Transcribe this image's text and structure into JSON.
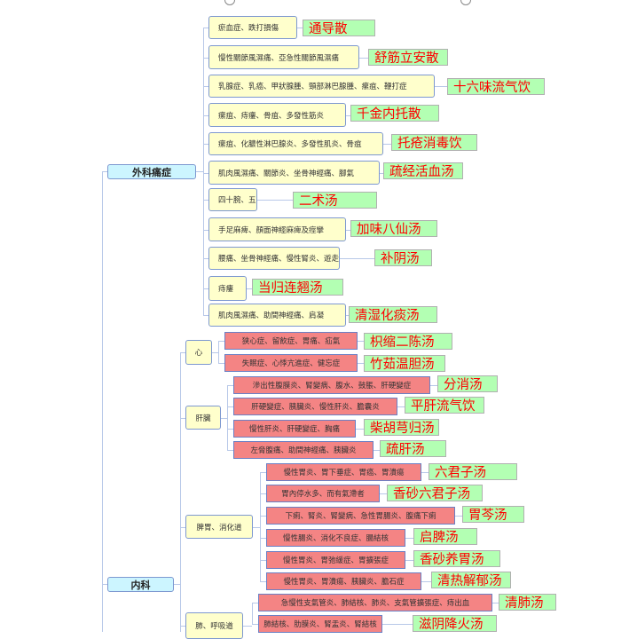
{
  "surgery": {
    "label": "外科痛症",
    "items": [
      {
        "symptom": "瘀血症、跌打損傷",
        "remedy": "通导散"
      },
      {
        "symptom": "慢性關節風濕痛、亞急性關節風濕痛",
        "remedy": "舒筋立安散"
      },
      {
        "symptom": "乳腺症、乳癌、甲狀腺腫、頸部淋巴腺腫、瘰疽、鞭打症",
        "remedy": "十六味流气饮"
      },
      {
        "symptom": "瘰疽、痔瘻、骨疽、多發性筋炎",
        "remedy": "千金内托散"
      },
      {
        "symptom": "瘰疽、化膿性淋巴腺炎、多發性肌炎、骨疽",
        "remedy": "托疮消毒饮"
      },
      {
        "symptom": "肌肉風濕痛、關節炎、坐骨神經痛、腳氣",
        "remedy": "疏经活血汤"
      },
      {
        "symptom": "四十腕、五十肩",
        "remedy": "二术汤"
      },
      {
        "symptom": "手足麻痺、顏面神經麻痺及痙攣",
        "remedy": "加味八仙汤"
      },
      {
        "symptom": "腰痛、坐骨神經痛、慢性腎炎、遊走腎",
        "remedy": "补阴汤"
      },
      {
        "symptom": "痔瘻",
        "remedy": "当归连翘汤"
      },
      {
        "symptom": "肌肉風濕痛、助間神經痛、肩凝",
        "remedy": "清湿化痰汤"
      }
    ]
  },
  "internal": {
    "label": "内科",
    "groups": [
      {
        "label": "心",
        "items": [
          {
            "symptom": "狭心症、留飲症、胃痛、疝氣",
            "remedy": "枳缩二陈汤"
          },
          {
            "symptom": "失眠症、心悸亢進症、健忘症",
            "remedy": "竹茹温胆汤"
          }
        ]
      },
      {
        "label": "肝臟",
        "items": [
          {
            "symptom": "滲出性腹膜炎、腎變病、腹水、鼓脹、肝硬變症",
            "remedy": "分消汤"
          },
          {
            "symptom": "肝硬變症、胰臟炎、慢性肝炎、膽囊炎",
            "remedy": "平肝流气饮"
          },
          {
            "symptom": "慢性肝炎、肝硬變症、胸痛",
            "remedy": "柴胡芎归汤"
          },
          {
            "symptom": "左脅腹痛、助間神經痛、胰臟炎",
            "remedy": "疏肝汤"
          }
        ]
      },
      {
        "label": "脾胃、消化道",
        "items": [
          {
            "symptom": "慢性胃炎、胃下垂症、胃癌、胃潰瘍",
            "remedy": "六君子汤"
          },
          {
            "symptom": "胃內停水多、而有氣滯者",
            "remedy": "香砂六君子汤"
          },
          {
            "symptom": "下痢、腎炎、腎變病、急性胃腸炎、腹痛下痢",
            "remedy": "胃芩汤"
          },
          {
            "symptom": "慢性腸炎、消化不良症、腸結核",
            "remedy": "启脾汤"
          },
          {
            "symptom": "慢性胃炎、胃弛緩症、胃擴張症",
            "remedy": "香砂养胃汤"
          },
          {
            "symptom": "慢性胃炎、胃潰瘍、胰臟炎、膽石症",
            "remedy": "清热解郁汤"
          }
        ]
      },
      {
        "label": "肺、呼吸道",
        "items": [
          {
            "symptom": "急慢性支氣管炎、肺結核、肺炎、支氣管擴張症、痔出血",
            "remedy": "清肺汤"
          },
          {
            "symptom": "肺結核、肋膜炎、腎盂炎、腎結核",
            "remedy": "滋阴降火汤"
          }
        ]
      }
    ]
  },
  "colors": {
    "symptom_yellow": "#ffffcc",
    "symptom_red": "#f48484",
    "remedy_green": "#b3ffb3",
    "remedy_text": "#ff0000",
    "topic_blue": "#ccf5ff"
  }
}
